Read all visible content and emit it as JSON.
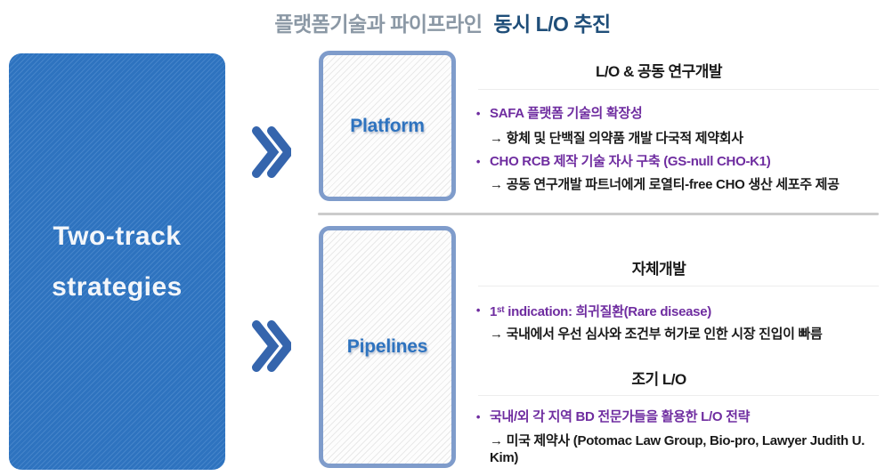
{
  "colors": {
    "title_gray": "#8b98a5",
    "title_navy": "#1f4e79",
    "box_blue": "#2e73bf",
    "box_stripe": "#4584ca",
    "chevron_blue": "#3565ad",
    "track_border": "#7f9ccb",
    "track_label": "#2e73bf",
    "bullet_purple": "#6f2da0",
    "text_black": "#1a1a1a",
    "divider_gray": "#cbcbcb",
    "hairline_gray": "#ededed"
  },
  "title": {
    "part1": "플랫폼기술과 파이프라인",
    "part2": "동시 L/O 추진"
  },
  "left_box": {
    "line1": "Two-track",
    "line2": "strategies"
  },
  "tracks": [
    {
      "label": "Platform"
    },
    {
      "label": "Pipelines"
    }
  ],
  "bullet_glyph": "•",
  "sections": [
    {
      "header": "L/O & 공동 연구개발",
      "items": [
        {
          "bullet": "SAFA 플랫폼 기술의 확장성",
          "sub": "→ 항체 및 단백질 의약품 개발 다국적 제약회사"
        },
        {
          "bullet": "CHO RCB 제작 기술 자사 구축 (GS-null CHO-K1)",
          "sub": "→ 공동 연구개발 파트너에게 로열티-free CHO 생산 세포주 제공"
        }
      ]
    },
    {
      "header": "자체개발",
      "items": [
        {
          "bullet_num": "1",
          "bullet_sup": "st",
          "bullet_rest": " indication: 희귀질환(Rare disease)",
          "sub": "→ 국내에서 우선 심사와 조건부 허가로 인한 시장 진입이 빠름"
        }
      ]
    },
    {
      "header": "조기 L/O",
      "items": [
        {
          "bullet": "국내/외 각 지역 BD 전문가들을 활용한 L/O 전략",
          "sub": "→ 미국 제약사 (Potomac Law Group, Bio-pro, Lawyer Judith U. Kim)"
        }
      ]
    }
  ]
}
